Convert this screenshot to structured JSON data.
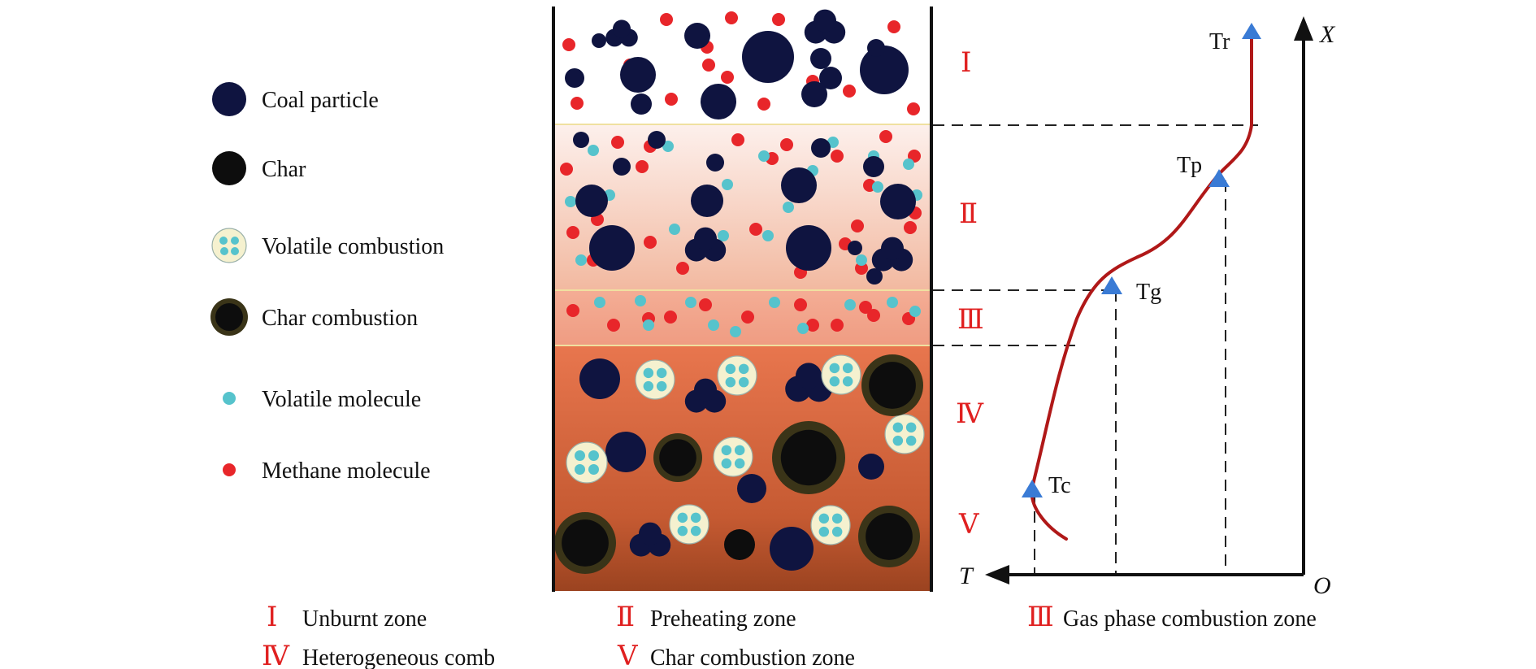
{
  "legend": {
    "items": [
      {
        "key": "coal",
        "label": "Coal particle"
      },
      {
        "key": "char",
        "label": "Char"
      },
      {
        "key": "volatile_combustion",
        "label": "Volatile combustion"
      },
      {
        "key": "char_combustion",
        "label": "Char combustion"
      },
      {
        "key": "volatile_molecule",
        "label": "Volatile molecule"
      },
      {
        "key": "methane_molecule",
        "label": "Methane molecule"
      }
    ]
  },
  "zones": {
    "numerals": [
      "Ⅰ",
      "Ⅱ",
      "Ⅲ",
      "Ⅳ",
      "Ⅴ"
    ],
    "captions": [
      {
        "numeral": "Ⅰ",
        "text": "Unburnt zone"
      },
      {
        "numeral": "Ⅱ",
        "text": "Preheating zone"
      },
      {
        "numeral": "Ⅲ",
        "text": "Gas phase combustion zone"
      },
      {
        "numeral": "Ⅳ",
        "text": "Heterogeneous comb"
      },
      {
        "numeral": "Ⅴ",
        "text": "Char combustion zone"
      }
    ]
  },
  "profile": {
    "points": [
      "Tr",
      "Tp",
      "Tg",
      "Tc"
    ],
    "axis_x": "X",
    "axis_t": "T",
    "origin": "O"
  },
  "colors": {
    "coal": "#0f1440",
    "char": "#0d0d0d",
    "methane": "#e8262a",
    "volatile": "#56c3cc",
    "curve": "#b01818",
    "marker": "#3a7bd5",
    "roman": "#e02020",
    "ring": "#3a3418",
    "bubble": "#f5f1cf"
  }
}
